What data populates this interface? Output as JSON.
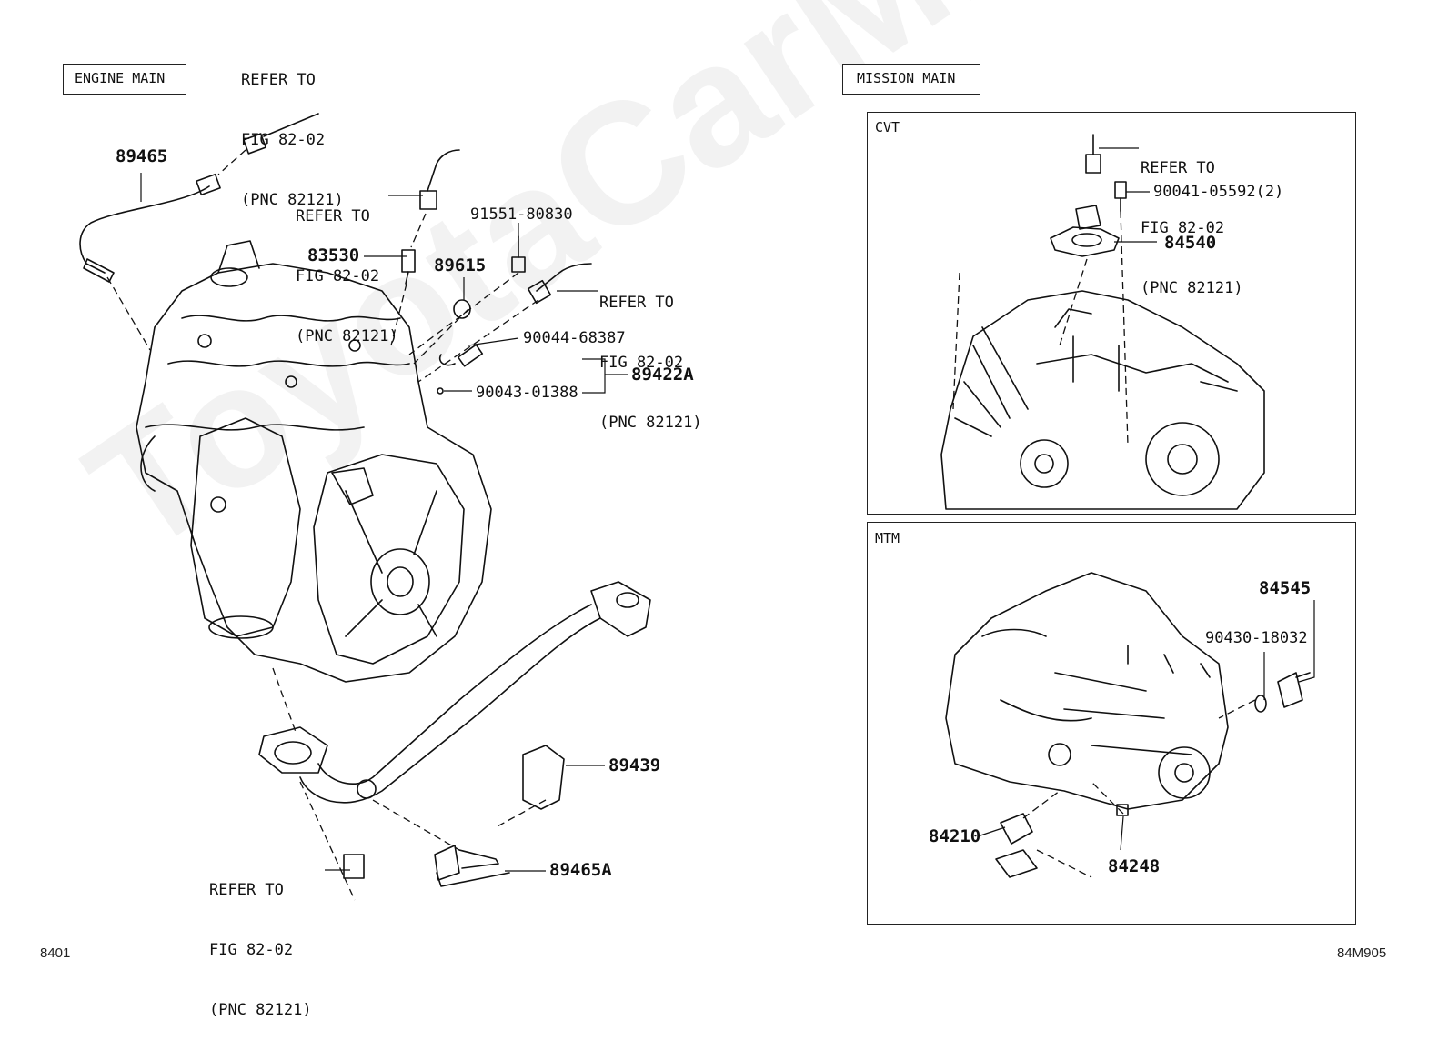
{
  "watermark": "ToyotaCarMine.ru",
  "sections": {
    "engine_main": "ENGINE MAIN",
    "mission_main": "MISSION MAIN",
    "cvt": "CVT",
    "mtm": "MTM"
  },
  "refer_to": {
    "line1": "REFER TO",
    "line2": "FIG 82-02",
    "line3": "(PNC 82121)"
  },
  "parts": {
    "p89465": "89465",
    "p83530": "83530",
    "p89615": "89615",
    "p91551": "91551-80830",
    "p90044": "90044-68387",
    "p90043": "90043-01388",
    "p89422A": "89422A",
    "p89439": "89439",
    "p89465A": "89465A",
    "p90041": "90041-05592(2)",
    "p84540": "84540",
    "p84545": "84545",
    "p90430": "90430-18032",
    "p84210": "84210",
    "p84248": "84248"
  },
  "footer": {
    "left": "8401",
    "right": "84M905"
  }
}
